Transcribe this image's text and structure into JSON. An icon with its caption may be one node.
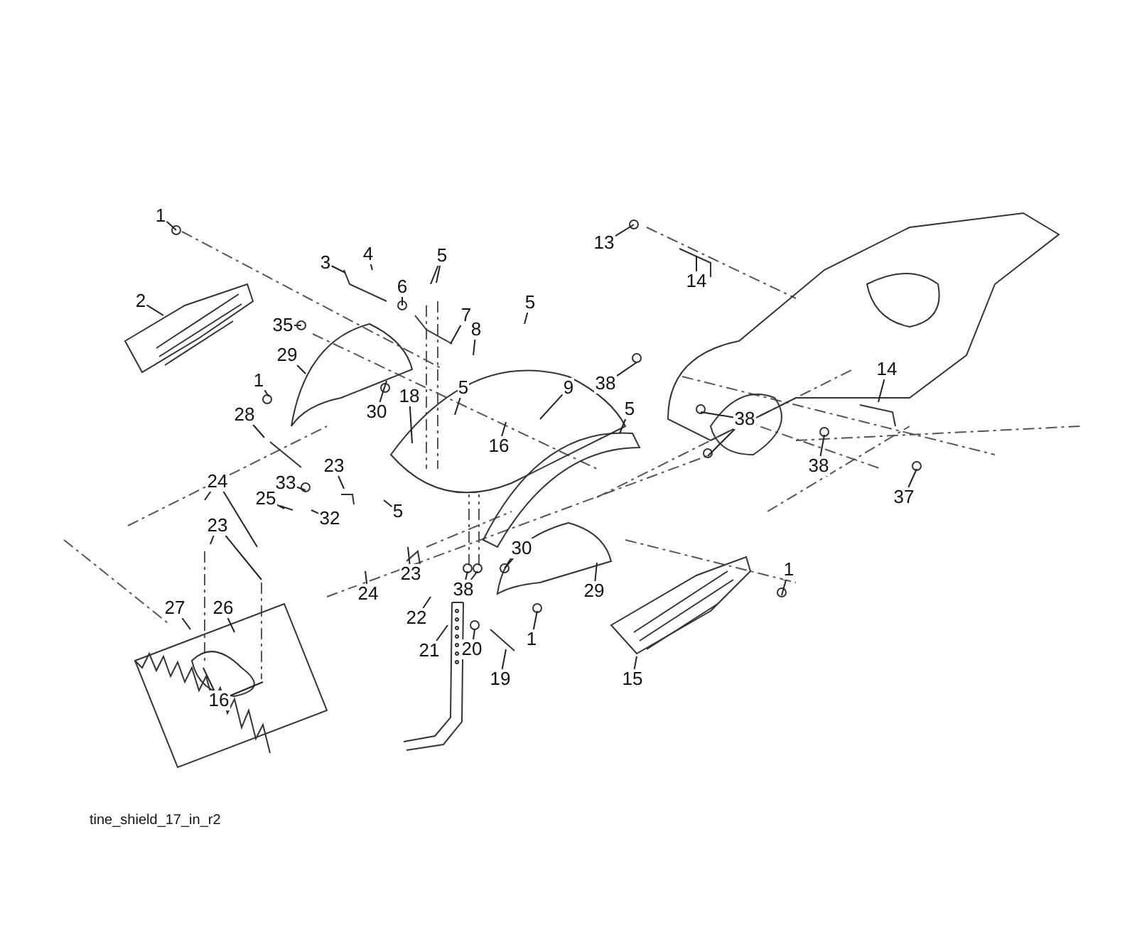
{
  "diagram": {
    "caption": "tine_shield_17_in_r2",
    "nodes": [
      {
        "text": [
          "1"
        ]
      },
      {
        "text": [
          "2"
        ]
      },
      {
        "text": [
          "3"
        ]
      },
      {
        "text": [
          "4"
        ]
      },
      {
        "text": [
          "5"
        ]
      },
      {
        "text": [
          "6"
        ]
      },
      {
        "text": [
          "35"
        ]
      },
      {
        "text": [
          "7"
        ]
      },
      {
        "text": [
          "8"
        ]
      },
      {
        "text": [
          "5"
        ]
      },
      {
        "text": [
          "29"
        ]
      },
      {
        "text": [
          "1"
        ]
      },
      {
        "text": [
          "30"
        ]
      },
      {
        "text": [
          "18"
        ]
      },
      {
        "text": [
          "5"
        ]
      },
      {
        "text": [
          "16"
        ]
      },
      {
        "text": [
          "9"
        ]
      },
      {
        "text": [
          "5"
        ]
      },
      {
        "text": [
          "28"
        ]
      },
      {
        "text": [
          "23"
        ]
      },
      {
        "text": [
          "33"
        ]
      },
      {
        "text": [
          "25"
        ]
      },
      {
        "text": [
          "32"
        ]
      },
      {
        "text": [
          "24"
        ]
      },
      {
        "text": [
          "23"
        ]
      },
      {
        "text": [
          "5"
        ]
      },
      {
        "text": [
          "13"
        ]
      },
      {
        "text": [
          "14"
        ]
      },
      {
        "text": [
          "38"
        ]
      },
      {
        "text": [
          "14"
        ]
      },
      {
        "text": [
          "38"
        ]
      },
      {
        "text": [
          "38"
        ]
      },
      {
        "text": [
          "37"
        ]
      },
      {
        "text": [
          "30"
        ]
      },
      {
        "text": [
          "29"
        ]
      },
      {
        "text": [
          "1"
        ]
      },
      {
        "text": [
          "1"
        ]
      },
      {
        "text": [
          "15"
        ]
      },
      {
        "text": [
          "38"
        ]
      },
      {
        "text": [
          "24"
        ]
      },
      {
        "text": [
          "23"
        ]
      },
      {
        "text": [
          "22"
        ]
      },
      {
        "text": [
          "21"
        ]
      },
      {
        "text": [
          "20"
        ]
      },
      {
        "text": [
          "19"
        ]
      },
      {
        "text": [
          "27"
        ]
      },
      {
        "text": [
          "26"
        ]
      },
      {
        "text": [
          "16"
        ]
      }
    ],
    "edges": [
      {
        "from": 0,
        "to": null,
        "arrow": "none"
      },
      {
        "from": 1,
        "to": null,
        "arrow": "none"
      },
      {
        "from": 2,
        "to": null,
        "arrow": "none"
      },
      {
        "from": 3,
        "to": null,
        "arrow": "none"
      },
      {
        "from": 4,
        "to": null,
        "arrow": "none"
      },
      {
        "from": 4,
        "to": null,
        "arrow": "none"
      },
      {
        "from": 5,
        "to": null,
        "arrow": "none"
      },
      {
        "from": 6,
        "to": null,
        "arrow": "none"
      },
      {
        "from": 7,
        "to": null,
        "arrow": "none"
      },
      {
        "from": 8,
        "to": null,
        "arrow": "none"
      },
      {
        "from": 9,
        "to": null,
        "arrow": "none"
      },
      {
        "from": 10,
        "to": null,
        "arrow": "none"
      },
      {
        "from": 11,
        "to": null,
        "arrow": "none"
      },
      {
        "from": 12,
        "to": null,
        "arrow": "none"
      },
      {
        "from": 13,
        "to": null,
        "arrow": "none"
      },
      {
        "from": 14,
        "to": null,
        "arrow": "none"
      },
      {
        "from": 15,
        "to": null,
        "arrow": "none"
      },
      {
        "from": 16,
        "to": null,
        "arrow": "none"
      },
      {
        "from": 17,
        "to": null,
        "arrow": "none"
      },
      {
        "from": 18,
        "to": null,
        "arrow": "none"
      },
      {
        "from": 19,
        "to": null,
        "arrow": "none"
      },
      {
        "from": 20,
        "to": null,
        "arrow": "none"
      },
      {
        "from": 21,
        "to": null,
        "arrow": "none"
      },
      {
        "from": 22,
        "to": null,
        "arrow": "none"
      },
      {
        "from": 23,
        "to": null,
        "arrow": "none"
      },
      {
        "from": 23,
        "to": null,
        "arrow": "none"
      },
      {
        "from": 24,
        "to": null,
        "arrow": "none"
      },
      {
        "from": 24,
        "to": null,
        "arrow": "none"
      },
      {
        "from": 25,
        "to": null,
        "arrow": "none"
      },
      {
        "from": 26,
        "to": null,
        "arrow": "none"
      },
      {
        "from": 27,
        "to": null,
        "arrow": "none"
      },
      {
        "from": 28,
        "to": null,
        "arrow": "none"
      },
      {
        "from": 29,
        "to": null,
        "arrow": "none"
      },
      {
        "from": 30,
        "to": null,
        "arrow": "none"
      },
      {
        "from": 30,
        "to": null,
        "arrow": "none"
      },
      {
        "from": 31,
        "to": null,
        "arrow": "none"
      },
      {
        "from": 32,
        "to": null,
        "arrow": "none"
      },
      {
        "from": 33,
        "to": null,
        "arrow": "none"
      },
      {
        "from": 34,
        "to": null,
        "arrow": "none"
      },
      {
        "from": 35,
        "to": null,
        "arrow": "none"
      },
      {
        "from": 36,
        "to": null,
        "arrow": "none"
      },
      {
        "from": 37,
        "to": null,
        "arrow": "none"
      },
      {
        "from": 38,
        "to": null,
        "arrow": "none"
      },
      {
        "from": 38,
        "to": null,
        "arrow": "none"
      },
      {
        "from": 39,
        "to": null,
        "arrow": "none"
      },
      {
        "from": 40,
        "to": null,
        "arrow": "none"
      },
      {
        "from": 41,
        "to": null,
        "arrow": "none"
      },
      {
        "from": 42,
        "to": null,
        "arrow": "none"
      },
      {
        "from": 43,
        "to": null,
        "arrow": "none"
      },
      {
        "from": 44,
        "to": null,
        "arrow": "none"
      },
      {
        "from": 45,
        "to": null,
        "arrow": "none"
      },
      {
        "from": 46,
        "to": null,
        "arrow": "none"
      },
      {
        "from": 47,
        "to": null,
        "arrow": "none"
      },
      {
        "from": 47,
        "to": null,
        "arrow": "none"
      }
    ]
  }
}
